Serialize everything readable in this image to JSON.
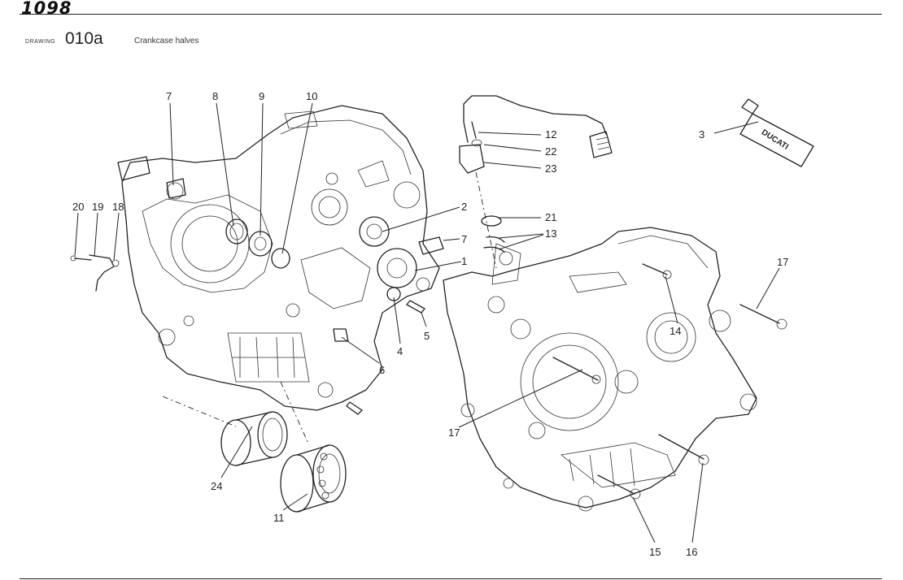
{
  "header": {
    "brand": "1098",
    "drawing_label": "DRAWING",
    "drawing_number": "010a",
    "drawing_title": "Crankcase halves"
  },
  "callouts": [
    {
      "id": "c7a",
      "label": "7"
    },
    {
      "id": "c8",
      "label": "8"
    },
    {
      "id": "c9",
      "label": "9"
    },
    {
      "id": "c10",
      "label": "10"
    },
    {
      "id": "c12",
      "label": "12"
    },
    {
      "id": "c22",
      "label": "22"
    },
    {
      "id": "c23",
      "label": "23"
    },
    {
      "id": "c3",
      "label": "3"
    },
    {
      "id": "c20",
      "label": "20"
    },
    {
      "id": "c19",
      "label": "19"
    },
    {
      "id": "c18",
      "label": "18"
    },
    {
      "id": "c2",
      "label": "2"
    },
    {
      "id": "c7b",
      "label": "7"
    },
    {
      "id": "c21",
      "label": "21"
    },
    {
      "id": "c13",
      "label": "13"
    },
    {
      "id": "c1",
      "label": "1"
    },
    {
      "id": "c17a",
      "label": "17"
    },
    {
      "id": "c14",
      "label": "14"
    },
    {
      "id": "c5",
      "label": "5"
    },
    {
      "id": "c4",
      "label": "4"
    },
    {
      "id": "c6",
      "label": "6"
    },
    {
      "id": "c17b",
      "label": "17"
    },
    {
      "id": "c24",
      "label": "24"
    },
    {
      "id": "c11",
      "label": "11"
    },
    {
      "id": "c15",
      "label": "15"
    },
    {
      "id": "c16",
      "label": "16"
    }
  ],
  "tube_label": "DUCATI"
}
